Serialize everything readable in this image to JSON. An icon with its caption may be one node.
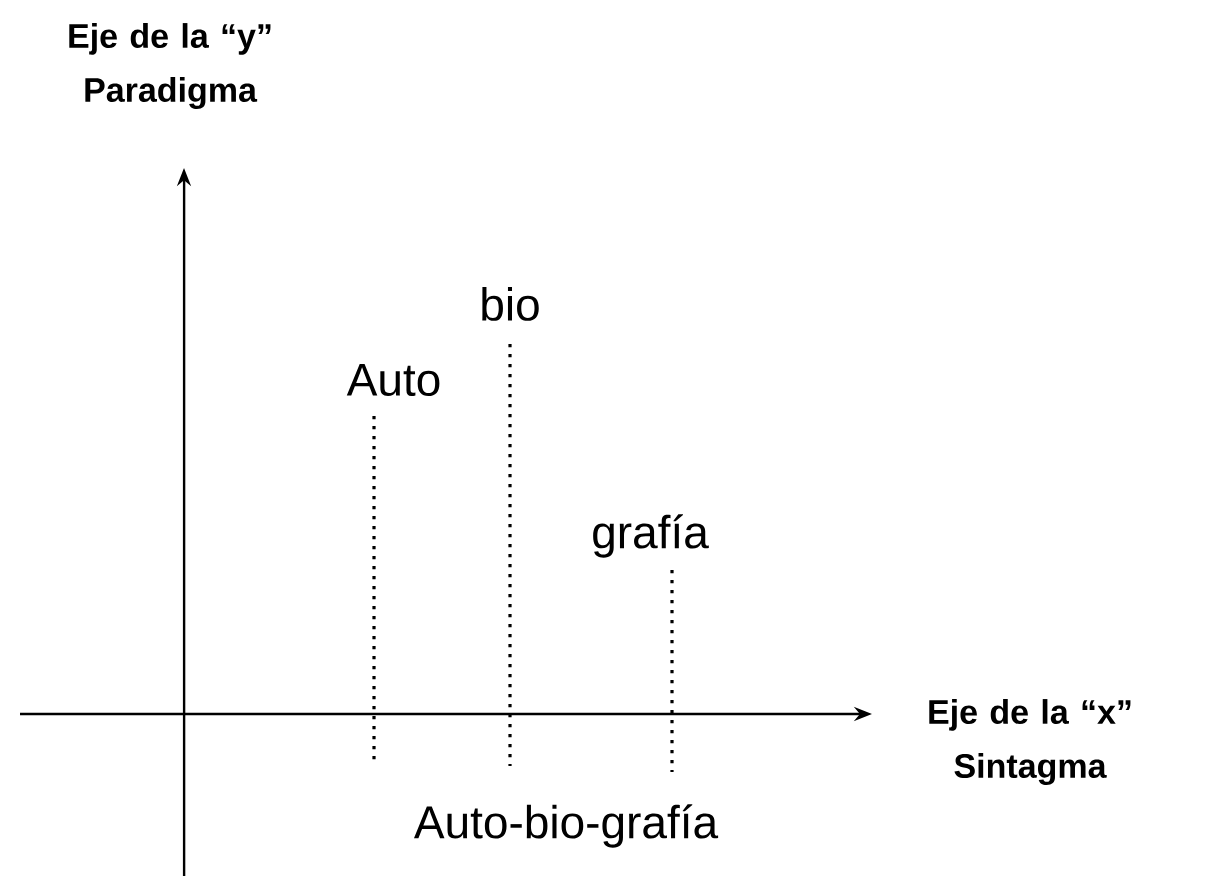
{
  "diagram": {
    "labels": [
      "Eje de la “y” Paradigma",
      "bio",
      "Auto",
      "grafía",
      "Eje de la “x” Sintagma",
      "Auto-bio-grafía"
    ]
  }
}
